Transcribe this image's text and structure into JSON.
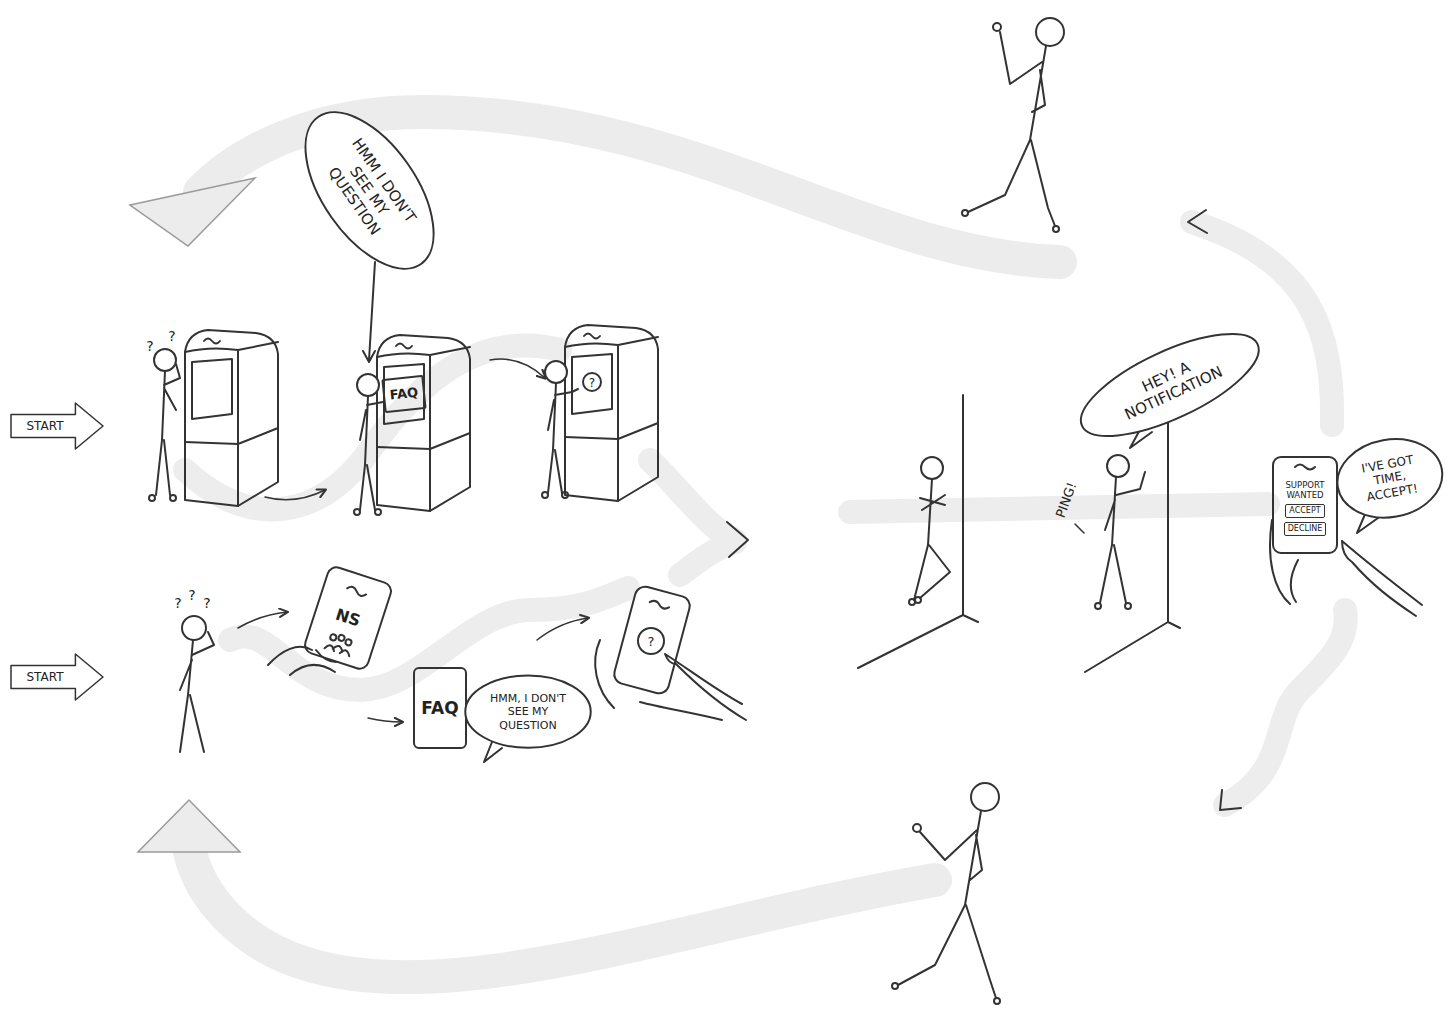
{
  "diagram": {
    "nodes": [
      {
        "text": [
          "START"
        ]
      },
      {
        "text": [
          "START"
        ]
      },
      {
        "text": [
          "HMM I DON'T SEE MY QUESTION"
        ]
      },
      {
        "text": [
          "FAQ"
        ]
      },
      {
        "text": [
          "NS"
        ]
      },
      {
        "text": [
          "FAQ"
        ]
      },
      {
        "text": [
          "HMM, I DON'T SEE MY QUESTION"
        ]
      },
      {
        "text": [
          "HEY! A NOTIFICATION"
        ]
      },
      {
        "text": [
          "SUPPORT WANTED"
        ]
      },
      {
        "text": [
          "ACCEPT"
        ],
        "in": 8
      },
      {
        "text": [
          "DECLINE"
        ],
        "in": 8
      },
      {
        "text": [
          "I'VE GOT TIME, ACCEPT!"
        ]
      }
    ],
    "labels": [
      "?",
      "?",
      "?",
      "?",
      "?",
      "?",
      "?",
      "PING!"
    ]
  }
}
